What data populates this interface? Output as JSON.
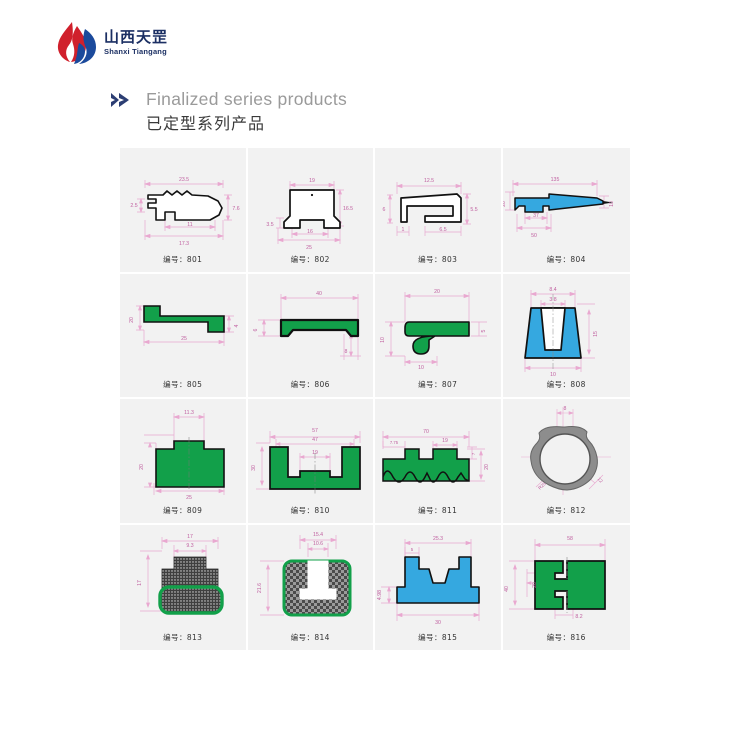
{
  "brand": {
    "logo_cn": "山西天罡",
    "logo_en": "Shanxi Tiangang",
    "flame_colors": [
      "#d0202c",
      "#1b4a9c"
    ],
    "text_color": "#1b2f63",
    "icon": "flame-logo-icon"
  },
  "heading": {
    "arrow_icon": "double-chevron-right-icon",
    "arrow_color": "#2c3e73",
    "title_en": "Finalized series products",
    "title_cn": "已定型系列产品"
  },
  "palette": {
    "cell_bg": "#f2f2f2",
    "page_bg": "#ffffff",
    "dim_line": "#e9a8d0",
    "dim_text": "#c060a0",
    "outline": "#111111",
    "green": "#12a04a",
    "blue": "#35a8e0",
    "gray": "#8d8d8d",
    "texture": "#3a3a3a"
  },
  "products": [
    {
      "code": "801",
      "caption": "编号：801",
      "fill": "none",
      "dims": [
        "23.5",
        "2.5",
        "7.6",
        "11",
        "17.3"
      ]
    },
    {
      "code": "802",
      "caption": "编号：802",
      "fill": "none",
      "dims": [
        "19",
        "16.5",
        "3.5",
        "16",
        "25"
      ]
    },
    {
      "code": "803",
      "caption": "编号：803",
      "fill": "none",
      "dims": [
        "12.5",
        "6",
        "5.5",
        "1",
        "6.5"
      ]
    },
    {
      "code": "804",
      "caption": "编号：804",
      "fill": "blue",
      "dims": [
        "135",
        "20",
        "37",
        "50",
        "10"
      ]
    },
    {
      "code": "805",
      "caption": "编号：805",
      "fill": "green",
      "dims": [
        "25",
        "20",
        "4"
      ]
    },
    {
      "code": "806",
      "caption": "编号：806",
      "fill": "green",
      "dims": [
        "40",
        "6",
        "8"
      ]
    },
    {
      "code": "807",
      "caption": "编号：807",
      "fill": "green",
      "dims": [
        "20",
        "10",
        "10",
        "5"
      ]
    },
    {
      "code": "808",
      "caption": "编号：808",
      "fill": "blue",
      "dims": [
        "8.4",
        "3.8",
        "10",
        "15"
      ]
    },
    {
      "code": "809",
      "caption": "编号：809",
      "fill": "green",
      "dims": [
        "11.3",
        "20",
        "25"
      ]
    },
    {
      "code": "810",
      "caption": "编号：810",
      "fill": "green",
      "dims": [
        "57",
        "47",
        "19",
        "30"
      ]
    },
    {
      "code": "811",
      "caption": "编号：811",
      "fill": "green",
      "dims": [
        "70",
        "7.75",
        "19",
        "7",
        "20"
      ]
    },
    {
      "code": "812",
      "caption": "编号：812",
      "fill": "gray",
      "dims": [
        "8",
        "R25",
        "12"
      ]
    },
    {
      "code": "813",
      "caption": "编号：813",
      "fill": "green-texture",
      "dims": [
        "17",
        "9.3",
        "17"
      ]
    },
    {
      "code": "814",
      "caption": "编号：814",
      "fill": "green-texture",
      "dims": [
        "15.4",
        "10.6",
        "21.6"
      ]
    },
    {
      "code": "815",
      "caption": "编号：815",
      "fill": "blue",
      "dims": [
        "25.3",
        "5",
        "4.98",
        "30"
      ]
    },
    {
      "code": "816",
      "caption": "编号：816",
      "fill": "green",
      "dims": [
        "58",
        "20",
        "40",
        "8.2"
      ]
    }
  ]
}
